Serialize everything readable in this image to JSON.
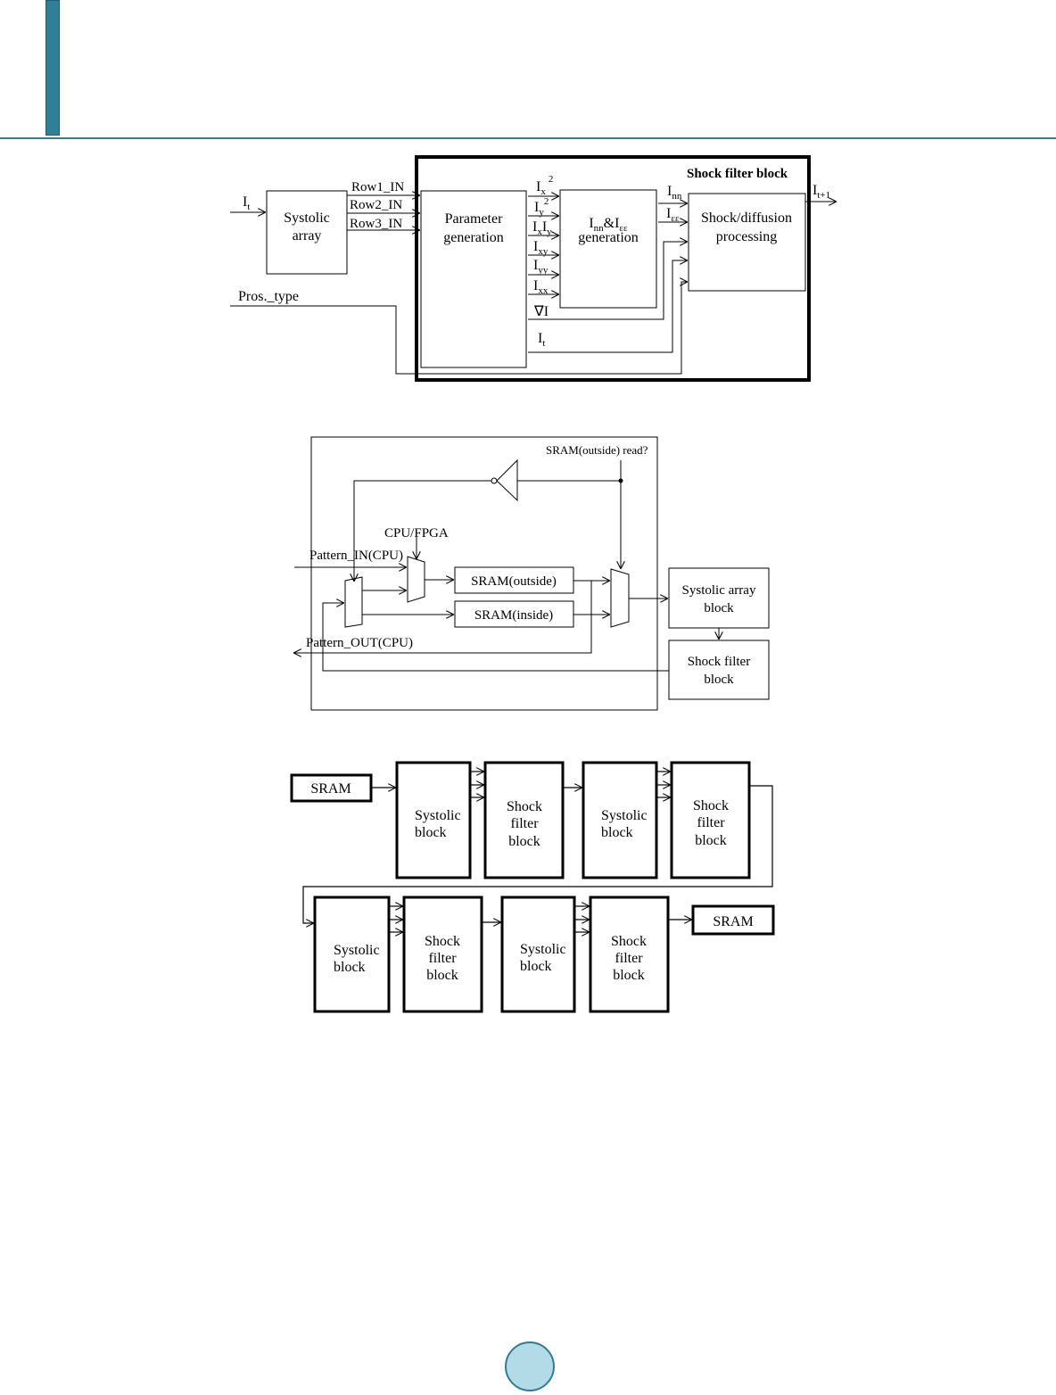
{
  "page": {
    "accent_color": "#2f8097",
    "page_number_badge_color": "#b3dbe7"
  },
  "fig1": {
    "outer_title": "Shock filter block",
    "input_it": "I",
    "input_it_sub": "t",
    "systolic": [
      "Systolic",
      "array"
    ],
    "rows": [
      "Row1_IN",
      "Row2_IN",
      "Row3_IN"
    ],
    "param": [
      "Parameter",
      "generation"
    ],
    "signals": [
      {
        "base": "I",
        "sub": "x",
        "sup": "2"
      },
      {
        "base": "I",
        "sub": "y",
        "sup": "2"
      },
      {
        "base": "I",
        "sub": "x",
        "mid": "I",
        "sub2": "y"
      },
      {
        "base": "I",
        "sub": "xy"
      },
      {
        "base": "I",
        "sub": "yy"
      },
      {
        "base": "I",
        "sub": "xx"
      }
    ],
    "grad": "∇I",
    "it2": "I",
    "it2_sub": "t",
    "inn": {
      "line1_a": "I",
      "line1_sub_a": "nn",
      "amp": "&I",
      "line1_sub_b": "εε",
      "line2": "generation"
    },
    "inn_out": {
      "base": "I",
      "sub": "nn"
    },
    "iee_out": {
      "base": "I",
      "sub": "εε"
    },
    "shock": [
      "Shock/diffusion",
      "processing"
    ],
    "output": {
      "base": "I",
      "sub": "t+1"
    },
    "pros_type": "Pros._type"
  },
  "fig2": {
    "ctrl_label": "SRAM(outside) read?",
    "cpu_fpga": "CPU/FPGA",
    "pattern_in": "Pattern_IN(CPU)",
    "pattern_out": "Pattern_OUT(CPU)",
    "sram_out": "SRAM(outside)",
    "sram_in": "SRAM(inside)",
    "systolic_block": [
      "Systolic array",
      "block"
    ],
    "shock_block": [
      "Shock filter",
      "block"
    ]
  },
  "fig3": {
    "sram": "SRAM",
    "systolic": [
      "Systolic",
      "block"
    ],
    "shock": [
      "Shock",
      "filter",
      "block"
    ]
  }
}
